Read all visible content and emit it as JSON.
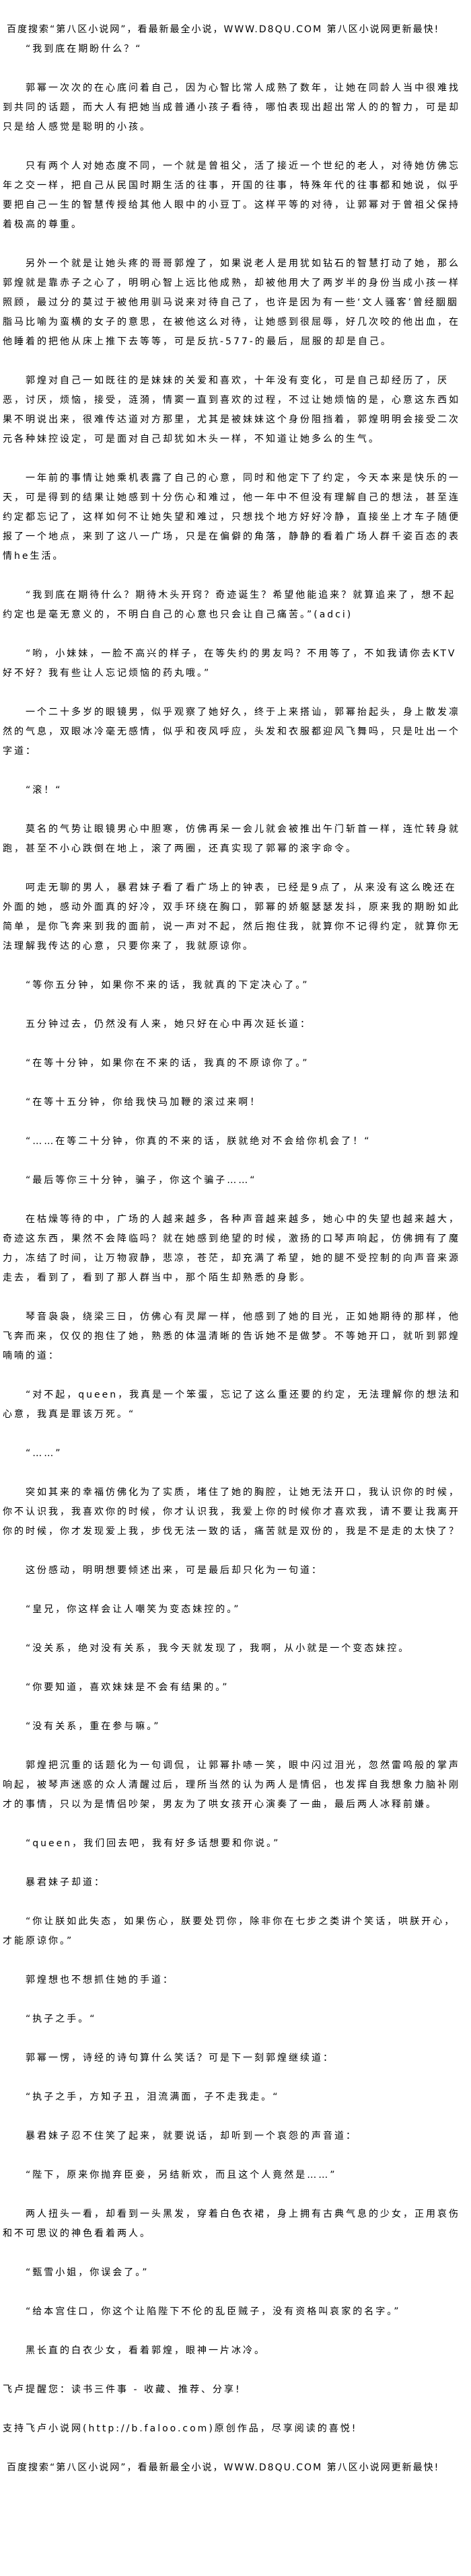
{
  "header": {
    "banner": "百度搜索“第八区小说网”，看最新最全小说，WWW.D8QU.COM  第八区小说网更新最快!"
  },
  "paragraphs": [
    "“我到底在期盼什么？“",
    "郭幂一次次的在心底问着自己，因为心智比常人成熟了数年，让她在同龄人当中很难找到共同的话题，而大人有把她当成普通小孩子看待，哪怕表现出超出常人的的智力，可是却只是给人感觉是聪明的小孩。",
    "只有两个人对她态度不同，一个就是曾祖父，活了接近一个世纪的老人，对待她仿佛忘年之交一样，把自己从民国时期生活的往事，开国的往事，特殊年代的往事都和她说，似乎要把自己一生的智慧传授给其他人眼中的小豆丁。这样平等的对待，让郭幂对于曾祖父保持着极高的尊重。",
    "另外一个就是让她头疼的哥哥郭煌了，如果说老人是用犹如钻石的智慧打动了她，那么郭煌就是靠赤子之心了，明明心智上远比他成熟，却被他用大了两岁半的身份当成小孩一样照顾，最过分的莫过于被他用驯马说来对待自己了，也许是因为有一些‘文人骚客’曾经胭胭脂马比喻为蛮横的女子的意思，在被他这么对待，让她感到很屈辱，好几次咬的他出血，在他睡着的把他从床上推下去等等，可是反抗-577-的最后，屈服的却是自己。",
    "郭煌对自己一如既往的是妹妹的关爱和喜欢，十年没有变化，可是自己却经历了，厌恶，讨厌，烦恼，接受，涟漪，情窦一直到喜欢的过程，不过让她烦恼的是，心意这东西如果不明说出来，很难传达道对方那里，尤其是被妹妹这个身份阻挡着，郭煌明明会接受二次元各种妹控设定，可是面对自己却犹如木头一样，不知道让她多么的生气。",
    "一年前的事情让她乘机表露了自己的心意，同时和他定下了约定，今天本来是快乐的一天，可是得到的结果让她感到十分伤心和难过，他一年中不但没有理解自己的想法，甚至连约定都忘记了，这样如何不让她失望和难过，只想找个地方好好冷静，直接坐上才车子随便报了一个地点，来到了这八一广场，只是在偏僻的角落，静静的看着广场人群千姿百态的表情he生活。",
    "“我到底在期待什么？期待木头开窍？奇迹诞生？希望他能追来？就算追来了，想不起约定也是毫无意义的，不明白自己的心意也只会让自己痛苦。”(adci)",
    "“哟，小妹妹，一脸不高兴的样子，在等失约的男友吗？不用等了，不如我请你去KTV好不好？我有些让人忘记烦恼的药丸哦。”",
    "一个二十多岁的眼镜男，似乎观察了她好久，终于上来搭讪，郭幂抬起头，身上散发凛然的气息，双眼冰冷毫无感情，似乎和夜风呼应，头发和衣服都迎风飞舞吗，只是吐出一个字道：",
    "“滚！“",
    "莫名的气势让眼镜男心中胆寒，仿佛再呆一会儿就会被推出午门斩首一样，连忙转身就跑，甚至不小心跌倒在地上，滚了两圈，还真实现了郭幂的滚字命令。",
    "呵走无聊的男人，暴君妹子看了看广场上的钟表，已经是9点了，从来没有这么晚还在外面的她，感动外面真的好冷，双手环绕在胸口，郭幂的娇躯瑟瑟发抖，原来我的期盼如此简单，是你飞奔来到我的面前，说一声对不起，然后抱住我，就算你不记得约定，就算你无法理解我传达的心意，只要你来了，我就原谅你。",
    "“等你五分钟，如果你不来的话，我就真的下定决心了。”",
    "五分钟过去，仍然没有人来，她只好在心中再次延长道：",
    "“在等十分钟，如果你在不来的话，我真的不原谅你了。”",
    "“在等十五分钟，你给我快马加鞭的滚过来啊！",
    "“……在等二十分钟，你真的不来的话，朕就绝对不会给你机会了！“",
    "“最后等你三十分钟，骗子，你这个骗子……“",
    "在枯燥等待的中，广场的人越来越多，各种声音越来越多，她心中的失望也越来越大，奇迹这东西，果然不会降临吗？就在她感到绝望的时候，激扬的口琴声响起，仿佛拥有了魔力，冻结了时间，让万物寂静，悲凉，苍茫，却充满了希望，她的腿不受控制的向声音来源走去，看到了，看到了那人群当中，那个陌生却熟悉的身影。",
    "琴音袅袅，绕梁三日，仿佛心有灵犀一样，他感到了她的目光，正如她期待的那样，他飞奔而来，仅仅的抱住了她，熟悉的体温清晰的告诉她不是做梦。不等她开口，就听到郭煌喃喃的道：",
    "“对不起，queen，我真是一个笨蛋，忘记了这么重还要的约定，无法理解你的想法和心意，我真是罪该万死。“",
    "“……”",
    "突如其来的幸福仿佛化为了实质，堵住了她的胸腔，让她无法开口，我认识你的时候，你不认识我，我喜欢你的时候，你才认识我，我爱上你的时候你才喜欢我，请不要让我离开你的时候，你才发现爱上我，步伐无法一致的话，痛苦就是双份的，我是不是走的太快了？",
    "这份感动，明明想要倾述出来，可是最后却只化为一句道：",
    "“皇兄，你这样会让人嘲笑为变态妹控的。”",
    "“没关系，绝对没有关系，我今天就发现了，我啊，从小就是一个变态妹控。",
    "“你要知道，喜欢妹妹是不会有结果的。”",
    "“没有关系，重在参与嘛。”",
    "郭煌把沉重的话题化为一句调侃，让郭幂扑哧一笑，眼中闪过泪光，忽然雷鸣般的掌声响起，被琴声迷惑的众人清醒过后，理所当然的认为两人是情侣，也发挥自我想象力脑补刚才的事情，只以为是情侣吵架，男友为了哄女孩开心演奏了一曲，最后两人冰释前嫌。",
    "“queen，我们回去吧，我有好多话想要和你说。”",
    "暴君妹子却道：",
    "“你让朕如此失态，如果伤心，朕要处罚你，除非你在七步之类讲个笑话，哄朕开心，才能原谅你。”",
    "郭煌想也不想抓住她的手道：",
    "“执子之手。“",
    "郭幂一愣，诗经的诗句算什么笑话？可是下一刻郭煌继续道：",
    "“执子之手，方知子丑，泪流满面，子不走我走。“",
    "暴君妹子忍不住笑了起来，就要说话，却听到一个哀怨的声音道：",
    "“陛下，原来你抛弃臣妾，另结新欢，而且这个人竟然是……”",
    "两人扭头一看，却看到一头黑发，穿着白色衣裙，身上拥有古典气息的少女，正用哀伤和不可思议的神色看着两人。",
    "“甄雪小姐，你误会了。”",
    "“给本宫住口，你这个让陷陛下不伦的乱臣贼子，没有资格叫哀家的名字。”",
    "黑长直的白衣少女，看着郭煌，眼神一片冰冷。"
  ],
  "footer": {
    "reminder": "飞卢提醒您：读书三件事 - 收藏、推荐、分享!",
    "support": "支持飞卢小说网(http://b.faloo.com)原创作品，尽享阅读的喜悦!",
    "banner": "百度搜索“第八区小说网”，看最新最全小说，WWW.D8QU.COM  第八区小说网更新最快!"
  }
}
